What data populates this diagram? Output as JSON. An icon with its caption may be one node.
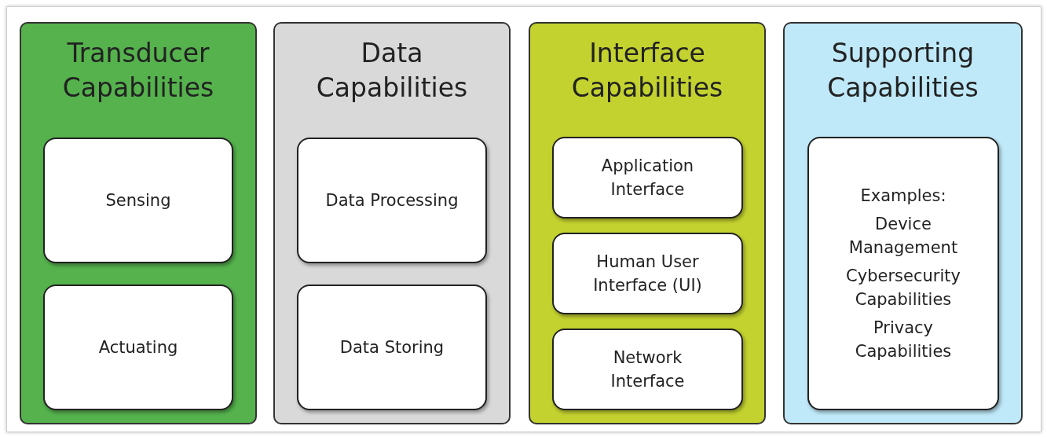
{
  "diagram": {
    "nodes": [
      {
        "text": [
          "Transducer Capabilities"
        ]
      },
      {
        "text": [
          "Sensing"
        ],
        "in": 0
      },
      {
        "text": [
          "Actuating"
        ],
        "in": 0
      },
      {
        "text": [
          "Data Capabilities"
        ]
      },
      {
        "text": [
          "Data Processing"
        ],
        "in": 3
      },
      {
        "text": [
          "Data Storing"
        ],
        "in": 3
      },
      {
        "text": [
          "Interface Capabilities"
        ]
      },
      {
        "text": [
          "Application Interface"
        ],
        "in": 6
      },
      {
        "text": [
          "Human User Interface (UI)"
        ],
        "in": 6
      },
      {
        "text": [
          "Network Interface"
        ],
        "in": 6
      },
      {
        "text": [
          "Supporting Capabilities"
        ]
      },
      {
        "text": [
          "Examples:",
          "Device Management",
          "Cybersecurity Capabilities",
          "Privacy Capabilities"
        ],
        "in": 10
      }
    ]
  }
}
